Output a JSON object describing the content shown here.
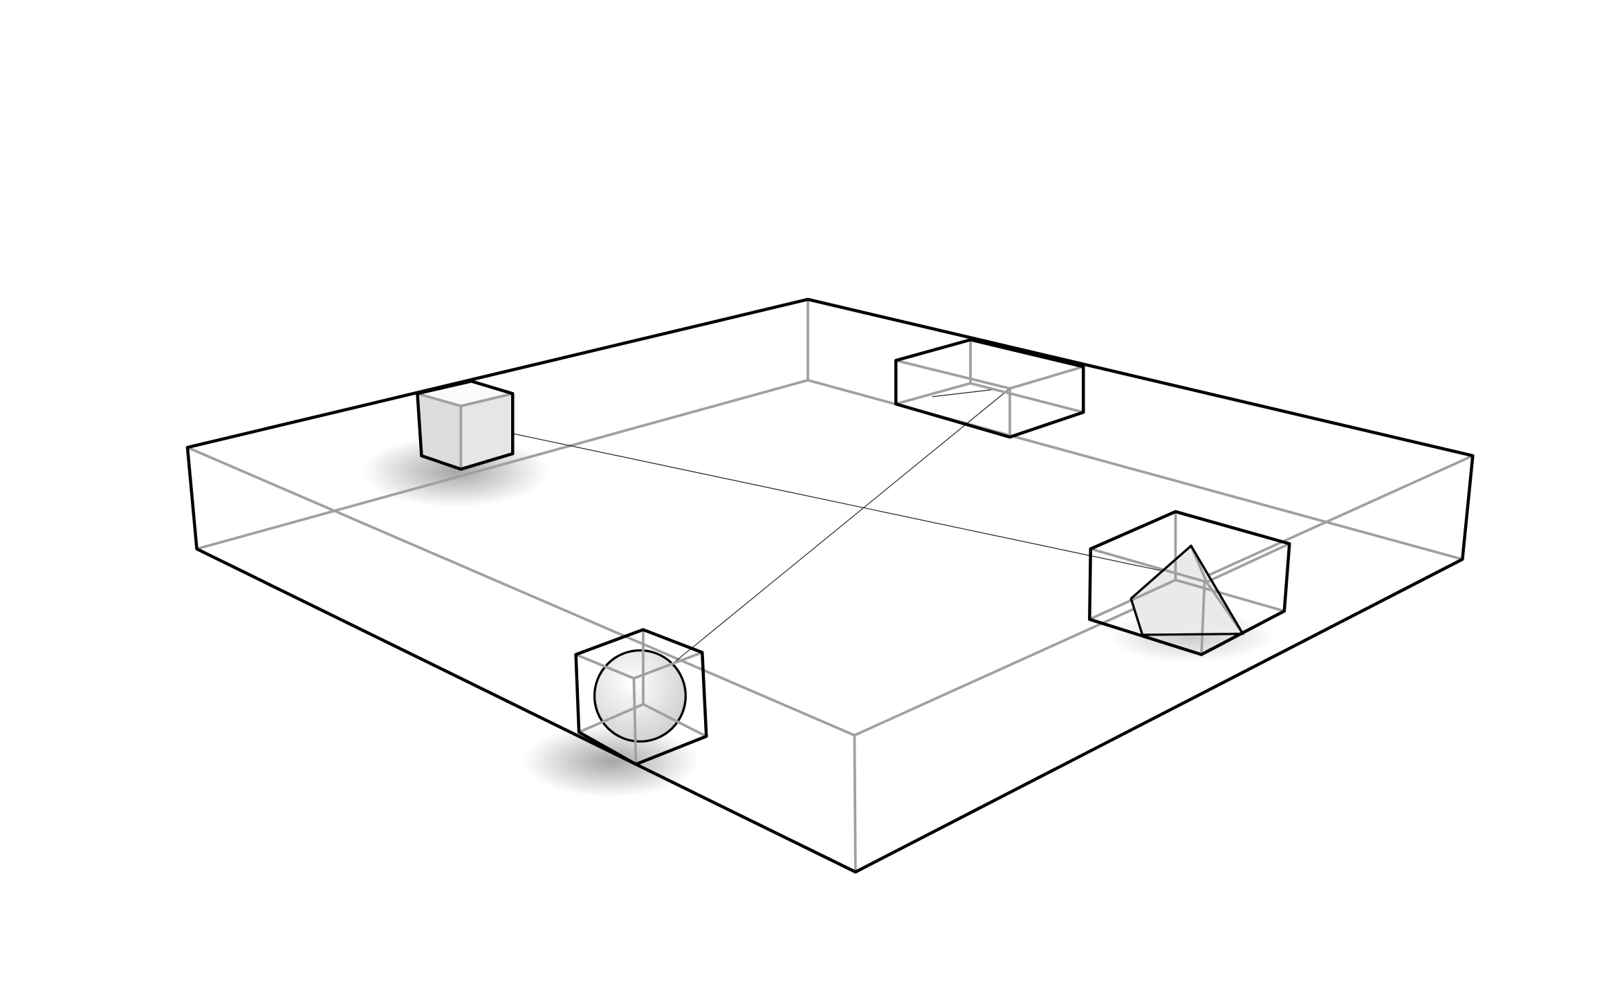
{
  "scene": {
    "objects": [
      "slab",
      "cube",
      "empty-box",
      "pyramid-box",
      "sphere-box"
    ],
    "colors": {
      "edge": "#000000",
      "hidden_edge": "#a0a0a0",
      "face": "#e8e8e8",
      "background": "#ffffff"
    }
  }
}
